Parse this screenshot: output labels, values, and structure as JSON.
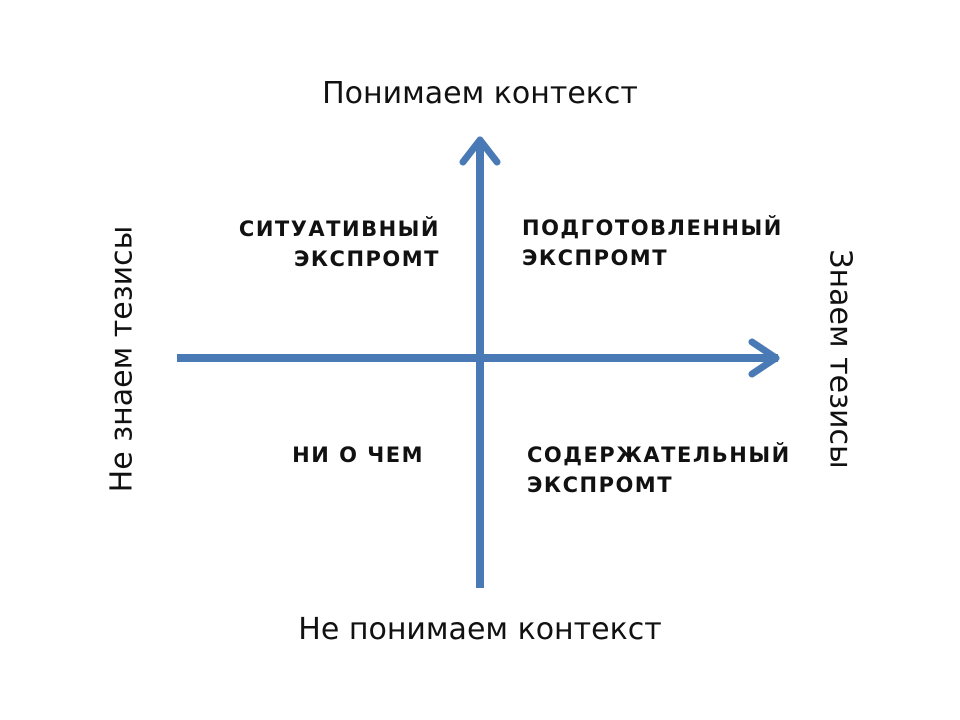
{
  "axes": {
    "top": "Понимаем контекст",
    "bottom": "Не понимаем контекст",
    "left": "Не знаем тезисы",
    "right": "Знаем тезисы",
    "color": "#4a7ab5"
  },
  "quadrants": {
    "top_left": {
      "line1": "СИТУАТИВНЫЙ",
      "line2": "ЭКСПРОМТ"
    },
    "top_right": {
      "line1": "ПОДГОТОВЛЕННЫЙ",
      "line2": "ЭКСПРОМТ"
    },
    "bottom_left": {
      "line1": "НИ О ЧЕМ"
    },
    "bottom_right": {
      "line1": "СОДЕРЖАТЕЛЬНЫЙ",
      "line2": "ЭКСПРОМТ"
    }
  }
}
